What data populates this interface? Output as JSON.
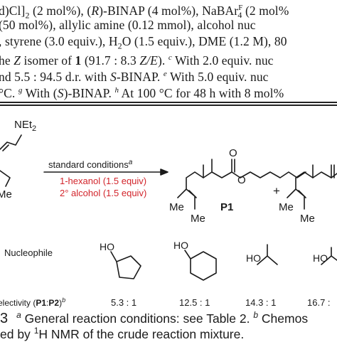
{
  "footnotes": {
    "line1": {
      "a": "d)Cl]",
      "b": "2",
      "c": " (2 mol%), (",
      "d": "R",
      "e": ")-BINAP (4 mol%), NaBAr",
      "f": "F",
      "g": "4",
      "h": " (2 mol%"
    },
    "line2": "(50 mol%), allylic amine (0.12 mmol), alcohol nuc",
    "line3": {
      "a": ", styrene (3.0 equiv.), H",
      "b": "2",
      "c": "O (1.5 equiv.), DME (1.2 M), 80"
    },
    "line4": {
      "a": "he ",
      "b": "Z",
      "c": " isomer of ",
      "d": "1",
      "e": " (91.7 : 8.3 ",
      "f": "Z/E",
      "g": "). ",
      "h": "c",
      "i": " With 2.0 equiv. nuc"
    },
    "line5": {
      "a": "nd 5.5 : 94.5 d.r. with ",
      "b": "S",
      "c": "-BINAP. ",
      "d": "e",
      "e": " With 5.0 equiv. nuc"
    },
    "line6": {
      "a": "°C. ",
      "b": "g",
      "c": " With (",
      "d": "S",
      "e": ")-BINAP. ",
      "f": "h",
      "g": " At 100 °C for 48 h with 8 mol%"
    }
  },
  "scheme": {
    "net2": "NEt",
    "net2_sub": "2",
    "me": "Me",
    "conditions": "standard conditions",
    "conditions_sup": "a",
    "reagent1": "1-hexanol (1.5 equiv)",
    "reagent2": "2° alcohol (1.5 equiv)",
    "plus": "+",
    "product_label": "P1",
    "me1": "Me",
    "me2": "Me",
    "me3": "Me",
    "me4": "Me"
  },
  "nucleophile_label": "Nucleophile",
  "ho_labels": [
    "HO",
    "HO",
    "HO",
    "HO"
  ],
  "selectivity": {
    "label_a": "electivity (",
    "label_b": "P1",
    "label_c": ":",
    "label_d": "P2",
    "label_e": ")",
    "label_sup": "b",
    "values": [
      "5.3 : 1",
      "12.5 : 1",
      "14.3 : 1",
      "16.7 :"
    ]
  },
  "caption": {
    "num": "3",
    "sup_a": "a",
    "text_a": " General reaction conditions: see Table 2. ",
    "sup_b": "b",
    "text_b": " Chemos",
    "text_c": "ed by ",
    "sup_1": "1",
    "text_d": "H NMR of the crude reaction mixture."
  }
}
